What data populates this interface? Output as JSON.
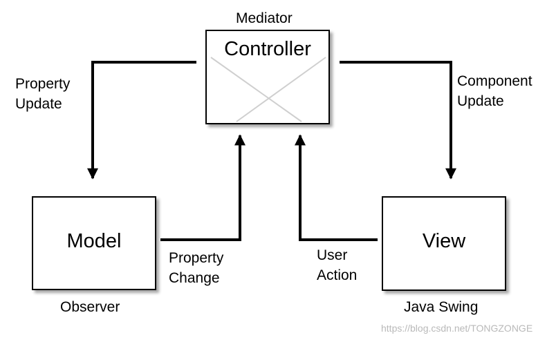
{
  "diagram": {
    "controller": {
      "role": "Mediator",
      "title": "Controller"
    },
    "model": {
      "title": "Model",
      "role": "Observer"
    },
    "view": {
      "title": "View",
      "role": "Java Swing"
    },
    "edges": {
      "property_update": [
        "Property",
        "Update"
      ],
      "component_update": [
        "Component",
        "Update"
      ],
      "property_change": [
        "Property",
        "Change"
      ],
      "user_action": [
        "User",
        "Action"
      ]
    }
  },
  "watermark": "https://blog.csdn.net/TONGZONGE",
  "colors": {
    "line": "#000000",
    "cross": "#cfcfcf",
    "watermark": "#b9b9b9"
  }
}
